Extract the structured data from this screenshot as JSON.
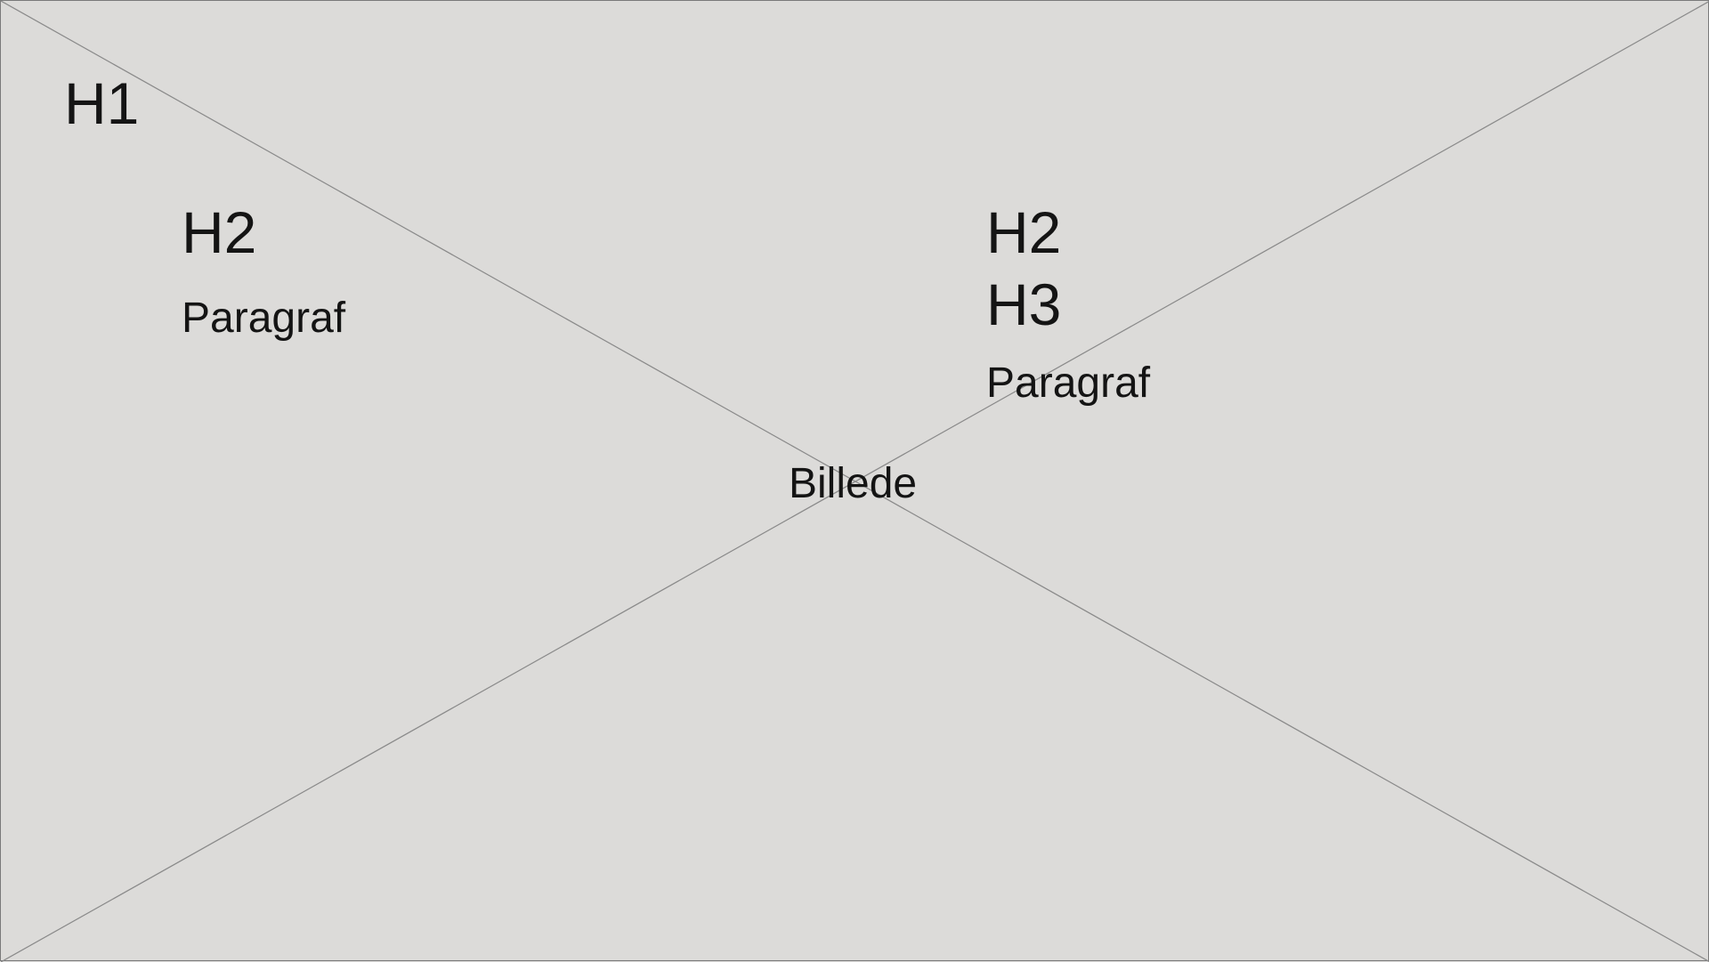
{
  "wireframe": {
    "heading_1": "H1",
    "left_column": {
      "heading_2": "H2",
      "paragraph": "Paragraf"
    },
    "right_column": {
      "heading_2": "H2",
      "heading_3": "H3",
      "paragraph": "Paragraf"
    },
    "image_placeholder_label": "Billede"
  },
  "colors": {
    "background": "#dcdbd9",
    "border": "#7a7a7a",
    "cross_lines": "#8a8a8a",
    "text": "#141414"
  }
}
